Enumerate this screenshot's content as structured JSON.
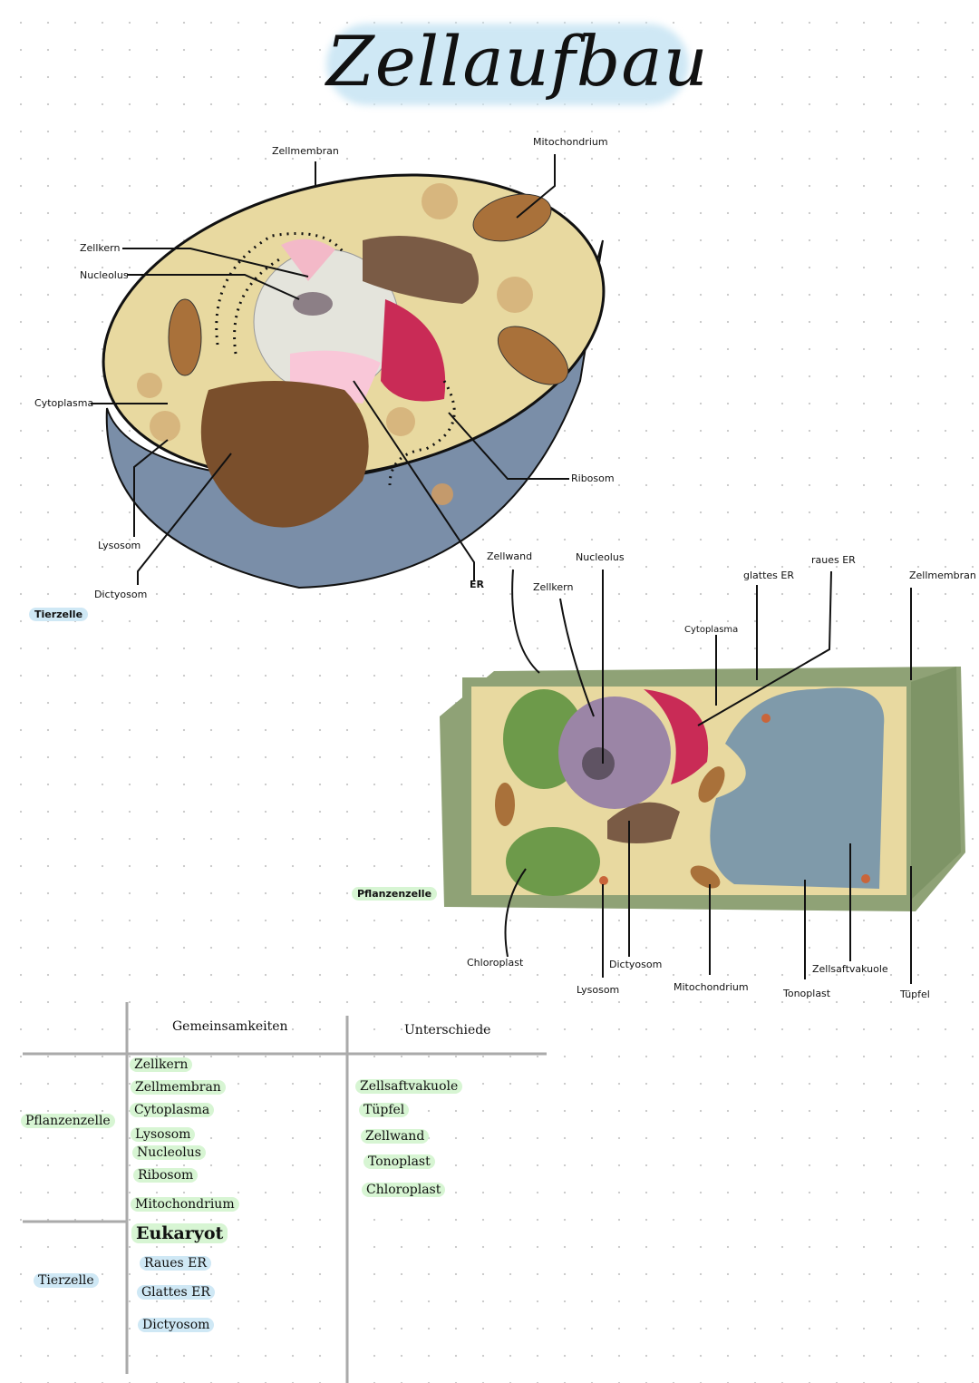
{
  "title": "Zellaufbau",
  "animal_cell": {
    "tag": "Tierzelle",
    "labels": {
      "zellmembran": "Zellmembran",
      "mitochondrium": "Mitochondrium",
      "zellkern": "Zellkern",
      "nucleolus": "Nucleolus",
      "cytoplasma": "Cytoplasma",
      "ribosom": "Ribosom",
      "lysosom": "Lysosom",
      "dictyosom": "Dictyosom",
      "er": "ER"
    }
  },
  "plant_cell": {
    "tag": "Pflanzenzelle",
    "labels": {
      "zellwand": "Zellwand",
      "nucleolus": "Nucleolus",
      "zellkern": "Zellkern",
      "glattes_er": "glattes ER",
      "raues_er": "raues ER",
      "zellmembran": "Zellmembran",
      "cytoplasma": "Cytoplasma",
      "chloroplast": "Chloroplast",
      "dictyosom": "Dictyosom",
      "lysosom": "Lysosom",
      "mitochondrium": "Mitochondrium",
      "tonoplast": "Tonoplast",
      "zellsaftvakuole": "Zellsaftvakuole",
      "tuepfel": "Tüpfel"
    }
  },
  "table": {
    "headers": [
      "Gemeinsamkeiten",
      "Unterschiede"
    ],
    "rows": [
      "Pflanzenzelle",
      "Tierzelle"
    ],
    "common": [
      "Zellkern",
      "Zellmembran",
      "Cytoplasma",
      "Lysosom",
      "Nucleolus",
      "Ribosom",
      "Mitochondrium"
    ],
    "eukaryot": "Eukaryot",
    "animal_specific": [
      "Raues ER",
      "Glattes ER",
      "Dictyosom"
    ],
    "differences": [
      "Zellsaftvakuole",
      "Tüpfel",
      "Zellwand",
      "Tonoplast",
      "Chloroplast"
    ]
  },
  "colors": {
    "blue_highlight": "#cfe8f5",
    "green_highlight": "#d7f5d3",
    "cytoplasm": "#e8d9a0",
    "membrane_side": "#7a8ea8",
    "plant_wall": "#8fa276",
    "vacuole": "#7f9aaa"
  }
}
